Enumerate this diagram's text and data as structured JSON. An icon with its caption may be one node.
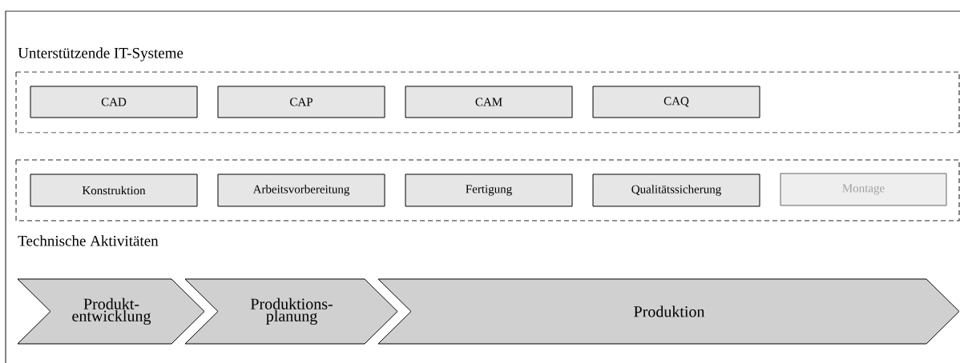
{
  "diagram": {
    "nodes": [
      {
        "text": [
          "Unterstützende IT-Systeme"
        ]
      },
      {
        "text": [
          "CAD"
        ],
        "in": 0
      },
      {
        "text": [
          "CAP"
        ],
        "in": 0
      },
      {
        "text": [
          "CAM"
        ],
        "in": 0
      },
      {
        "text": [
          "CAQ"
        ],
        "in": 0
      },
      {
        "text": [
          "Technische Aktivitäten"
        ]
      },
      {
        "text": [
          "Konstruktion"
        ],
        "in": 5
      },
      {
        "text": [
          "Arbeitsvorbereitung"
        ],
        "in": 5
      },
      {
        "text": [
          "Fertigung"
        ],
        "in": 5
      },
      {
        "text": [
          "Qualitätssicherung"
        ],
        "in": 5
      },
      {
        "text": [
          "Montage"
        ],
        "in": 5
      },
      {
        "text": [
          "Produkt- entwicklung"
        ]
      },
      {
        "text": [
          "Produktions- planung"
        ]
      },
      {
        "text": [
          "Produktion"
        ]
      }
    ],
    "edges": []
  }
}
